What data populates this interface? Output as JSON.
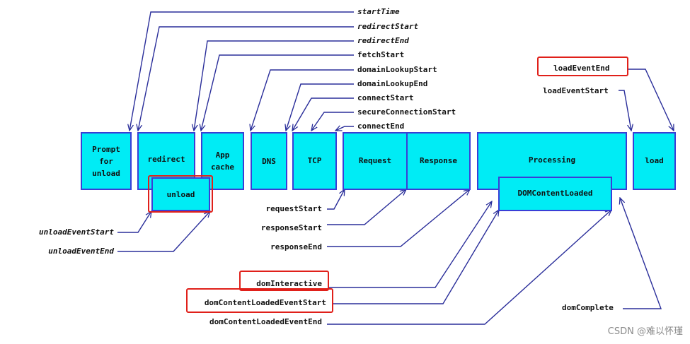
{
  "phases": {
    "prompt_for_unload": "Prompt\nfor\nunload",
    "redirect": "redirect",
    "unload": "unload",
    "app_cache": "App\ncache",
    "dns": "DNS",
    "tcp": "TCP",
    "request": "Request",
    "response": "Response",
    "processing": "Processing",
    "dom_content_loaded": "DOMContentLoaded",
    "load": "load"
  },
  "events": {
    "start_time": "startTime",
    "redirect_start": "redirectStart",
    "redirect_end": "redirectEnd",
    "fetch_start": "fetchStart",
    "domain_lookup_start": "domainLookupStart",
    "domain_lookup_end": "domainLookupEnd",
    "connect_start": "connectStart",
    "secure_connection_start": "secureConnectionStart",
    "connect_end": "connectEnd",
    "load_event_end": "loadEventEnd",
    "load_event_start": "loadEventStart",
    "unload_event_start": "unloadEventStart",
    "unload_event_end": "unloadEventEnd",
    "request_start": "requestStart",
    "response_start": "responseStart",
    "response_end": "responseEnd",
    "dom_interactive": "domInteractive",
    "dom_content_loaded_event_start": "domContentLoadedEventStart",
    "dom_content_loaded_event_end": "domContentLoadedEventEnd",
    "dom_complete": "domComplete"
  },
  "watermark": "CSDN @难以怀瑾",
  "colors": {
    "box_fill": "#00ecf5",
    "box_border": "#3a3ed6",
    "line": "#2a2e9a",
    "highlight": "#e0201a"
  }
}
